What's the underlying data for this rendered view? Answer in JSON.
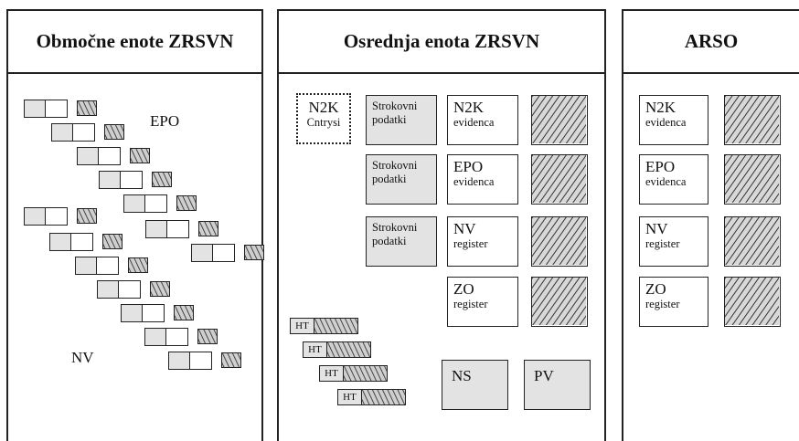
{
  "panels": {
    "left": {
      "title": "Območne enote ZRSVN",
      "epo_label": "EPO",
      "nv_label": "NV"
    },
    "middle": {
      "title": "Osrednja enota ZRSVN",
      "n2k_cntrysi": {
        "line1": "N2K",
        "line2": "Cntrysi"
      },
      "strokovni": [
        {
          "line1": "Strokovni",
          "line2": "podatki"
        },
        {
          "line1": "Strokovni",
          "line2": "podatki"
        },
        {
          "line1": "Strokovni",
          "line2": "podatki"
        }
      ],
      "records": [
        {
          "line1": "N2K",
          "line2": "evidenca"
        },
        {
          "line1": "EPO",
          "line2": "evidenca"
        },
        {
          "line1": "NV",
          "line2": "register"
        },
        {
          "line1": "ZO",
          "line2": "register"
        }
      ],
      "ht_labels": [
        "HT",
        "HT",
        "HT",
        "HT"
      ],
      "ns": "NS",
      "pv": "PV"
    },
    "right": {
      "title": "ARSO",
      "records": [
        {
          "line1": "N2K",
          "line2": "evidenca"
        },
        {
          "line1": "EPO",
          "line2": "evidenca"
        },
        {
          "line1": "NV",
          "line2": "register"
        },
        {
          "line1": "ZO",
          "line2": "register"
        }
      ]
    }
  },
  "colors": {
    "fill_gray": "#e3e3e3",
    "border": "#222222"
  }
}
